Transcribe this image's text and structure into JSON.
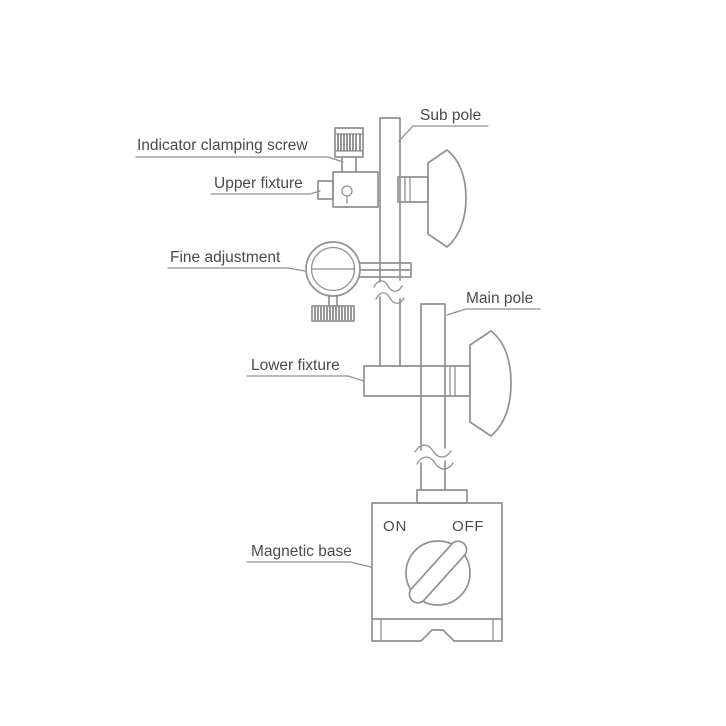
{
  "diagram": {
    "labels": {
      "sub_pole": "Sub pole",
      "indicator_clamping_screw": "Indicator clamping screw",
      "upper_fixture": "Upper fixture",
      "fine_adjustment": "Fine adjustment",
      "main_pole": "Main pole",
      "lower_fixture": "Lower fixture",
      "magnetic_base": "Magnetic base"
    },
    "switch": {
      "on": "ON",
      "off": "OFF"
    },
    "colors": {
      "line": "#919191",
      "knurl": "#5d5d5d",
      "text": "#4a4a4a",
      "background": "#ffffff"
    }
  }
}
